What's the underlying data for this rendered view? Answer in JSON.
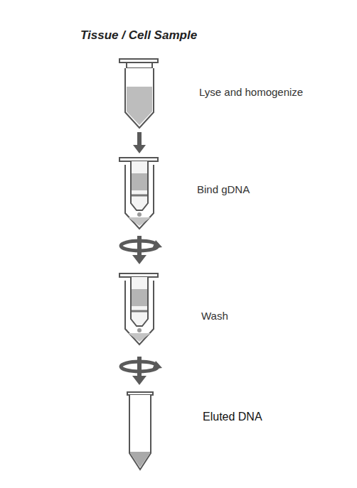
{
  "diagram": {
    "title": "Tissue / Cell Sample",
    "labels": [
      "Lyse and homogenize",
      "Bind gDNA",
      "Wash",
      "Eluted DNA"
    ]
  }
}
